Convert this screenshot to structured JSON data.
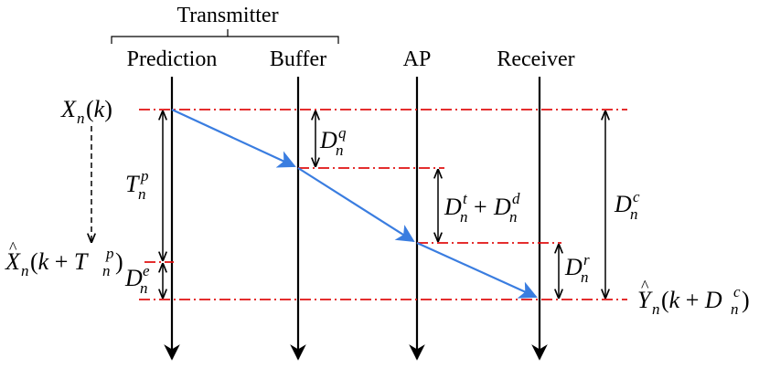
{
  "header": {
    "group_title": "Transmitter",
    "columns": [
      "Prediction",
      "Buffer",
      "AP",
      "Receiver"
    ]
  },
  "labels": {
    "x_n_k": "X_n(k)",
    "x_hat": "X̂_n(k + T_n^p)",
    "y_hat": "Ŷ_n(k + D_n^c)",
    "t_p": "T_n^p",
    "d_e": "D_n^e",
    "d_q": "D_n^q",
    "d_t_d": "D_n^t + D_n^d",
    "d_r": "D_n^r",
    "d_c": "D_n^c"
  },
  "colors": {
    "timeline": "#000000",
    "dashdot": "#e01010",
    "packet": "#3a7de0"
  }
}
